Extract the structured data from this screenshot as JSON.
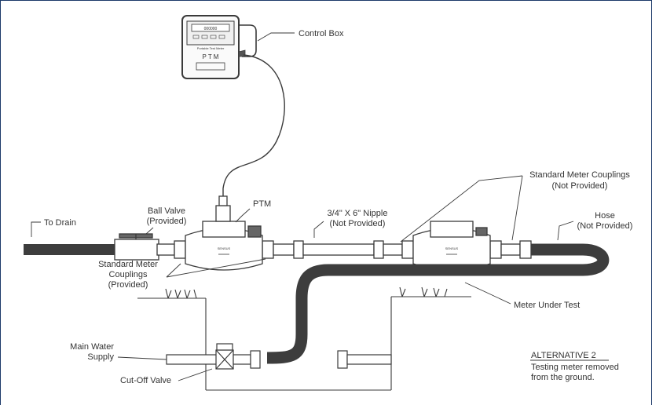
{
  "labels": {
    "control_box": "Control Box",
    "to_drain": "To Drain",
    "ball_valve_1": "Ball Valve",
    "ball_valve_2": "(Provided)",
    "ptm": "PTM",
    "nipple_1": "3/4\" X 6\" Nipple",
    "nipple_2": "(Not Provided)",
    "std_couplings_top_1": "Standard Meter Couplings",
    "std_couplings_top_2": "(Not Provided)",
    "hose_1": "Hose",
    "hose_2": "(Not Provided)",
    "std_couplings_bottom_1": "Standard Meter",
    "std_couplings_bottom_2": "Couplings",
    "std_couplings_bottom_3": "(Provided)",
    "meter_under_test": "Meter Under Test",
    "main_water_1": "Main Water",
    "main_water_2": "Supply",
    "cut_off_valve": "Cut-Off Valve",
    "alt_title": "ALTERNATIVE 2",
    "alt_desc_1": "Testing meter removed",
    "alt_desc_2": "from the ground."
  },
  "control_box_panel": {
    "display": "000000",
    "caption": "Portable Test Meter",
    "brand": "P T M"
  },
  "colors": {
    "line": "#3a3a3a",
    "hose": "#3d3d3d",
    "frame": "#1c3a6a"
  }
}
